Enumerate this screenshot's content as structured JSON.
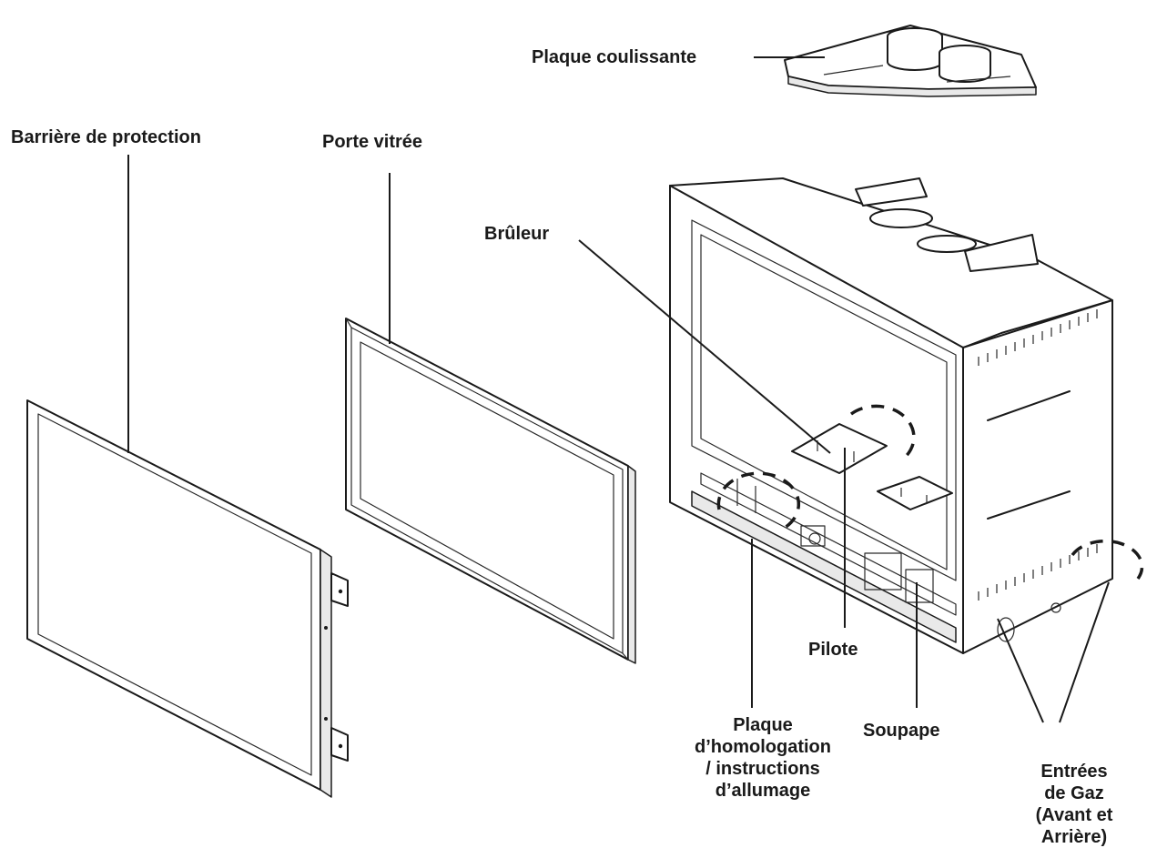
{
  "labels": {
    "sliding_plate": "Plaque coulissante",
    "safety_barrier": "Barrière de protection",
    "glass_door": "Porte vitrée",
    "burner": "Brûleur",
    "pilot": "Pilote",
    "valve": "Soupape",
    "rating_plate": "Plaque\nd’homologation\n/ instructions\nd’allumage",
    "gas_inlets": "Entrées de Gaz\n(Avant et Arrière)"
  }
}
